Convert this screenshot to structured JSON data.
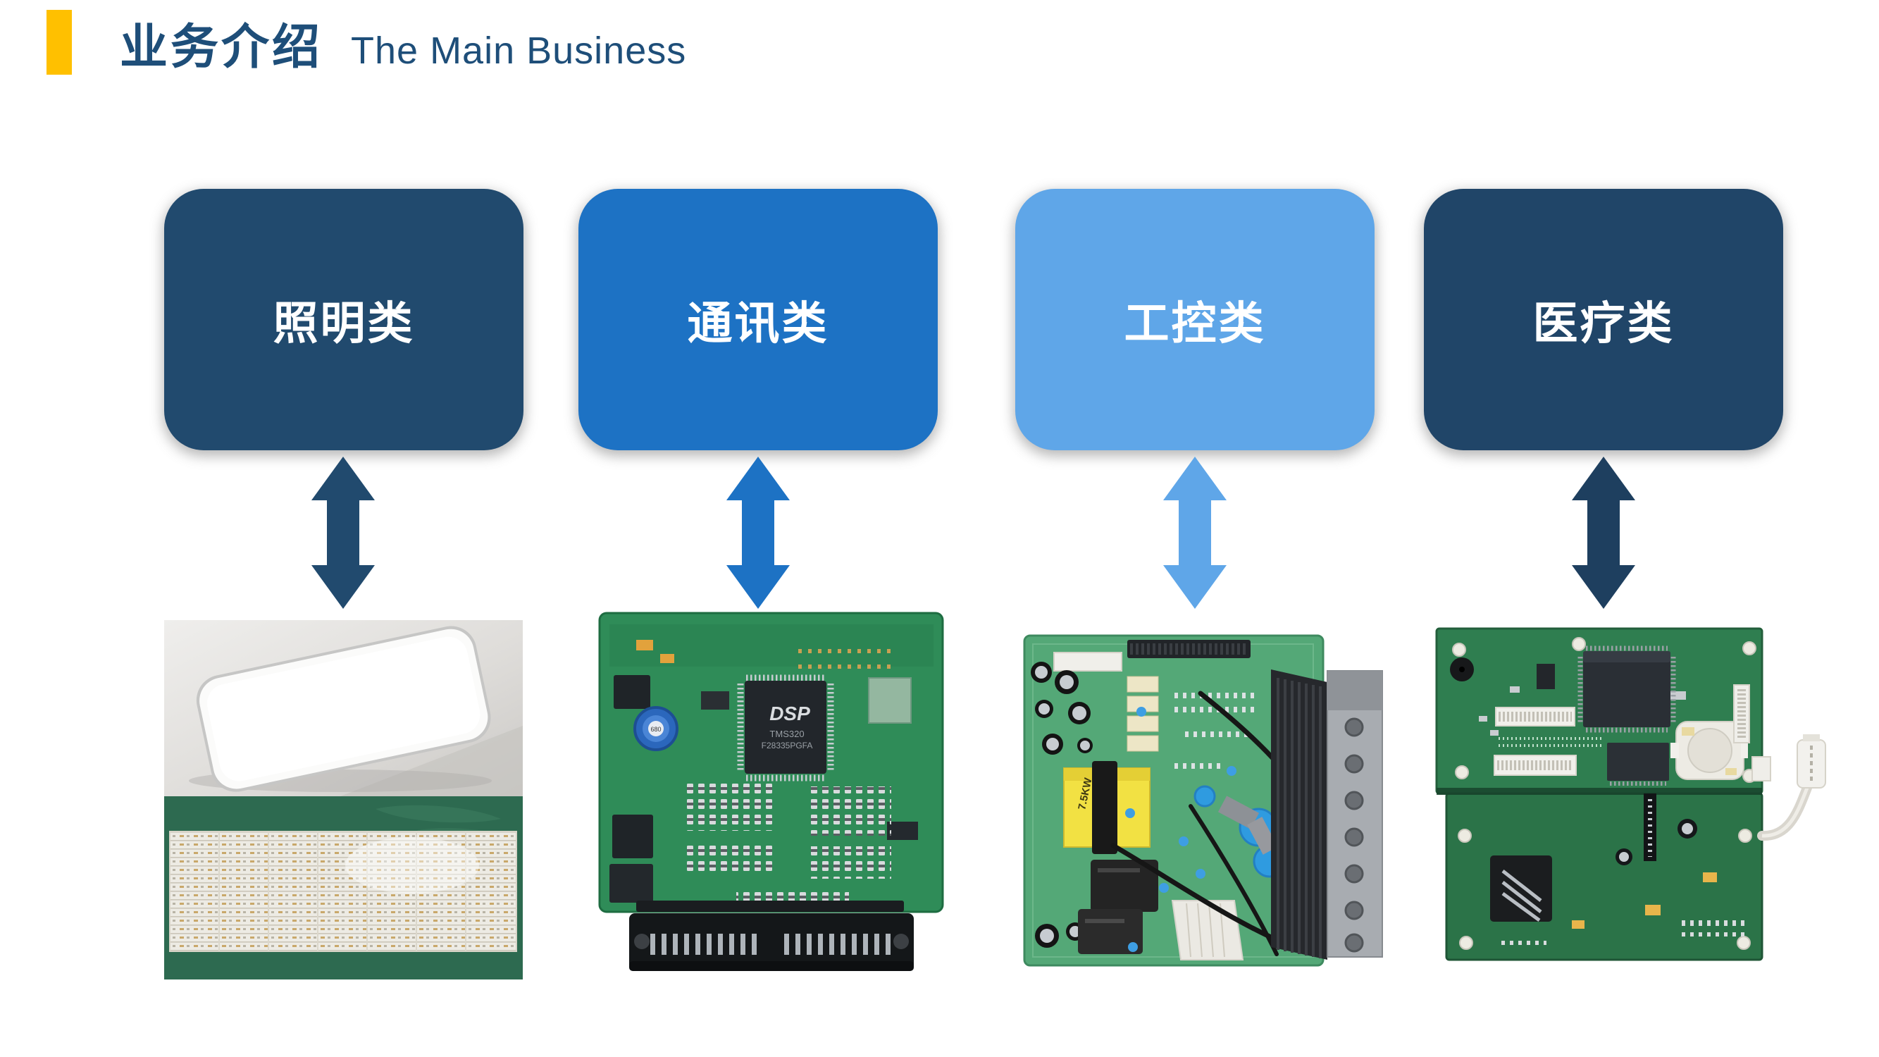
{
  "slide": {
    "header": {
      "accent_color": "#FFC000",
      "title_color": "#1E4E79",
      "title_zh": "业务介绍",
      "title_en": "The Main Business"
    },
    "categories": [
      {
        "id": "lighting",
        "label": "照明类",
        "box_color": "#214A6E",
        "arrow_color": "#214A6E",
        "photo": "ceiling-led-panel-and-led-strip-pcbs"
      },
      {
        "id": "communication",
        "label": "通讯类",
        "box_color": "#1D72C4",
        "arrow_color": "#1D72C4",
        "photo": "dsp-communication-pcb"
      },
      {
        "id": "industrial-control",
        "label": "工控类",
        "box_color": "#5FA6E8",
        "arrow_color": "#5FA6E8",
        "photo": "industrial-power-control-pcb"
      },
      {
        "id": "medical",
        "label": "医疗类",
        "box_color": "#204568",
        "arrow_color": "#1E3F5F",
        "photo": "medical-device-pcb"
      }
    ],
    "photo_text": {
      "dsp_brand": "DSP",
      "dsp_part1": "TMS320",
      "dsp_part2": "F28335PGFA",
      "inductor_value": "680",
      "transformer_rating": "7.5KW"
    }
  }
}
